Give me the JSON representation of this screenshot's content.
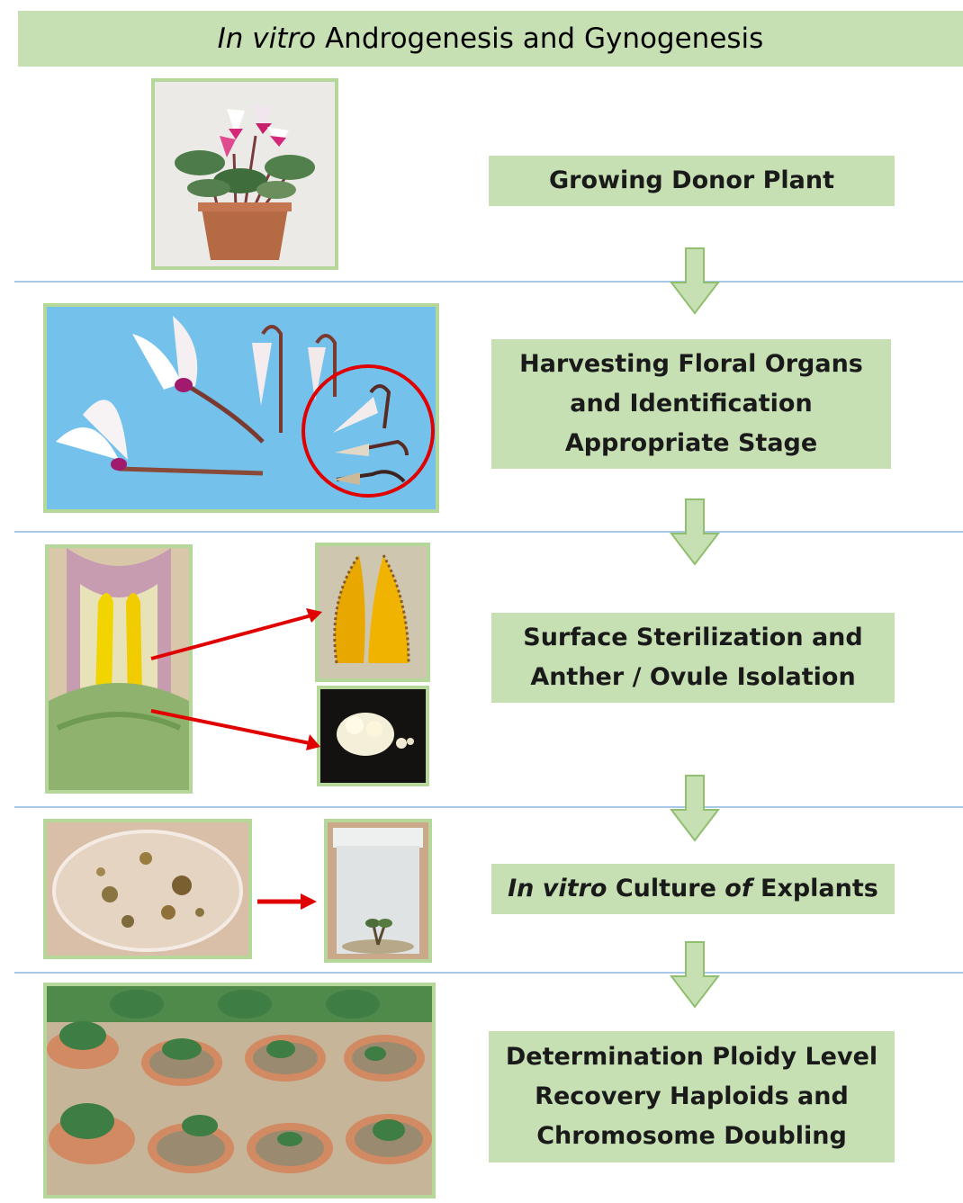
{
  "title": {
    "italic": "In vitro",
    "rest": " Androgenesis and Gynogenesis"
  },
  "steps": [
    {
      "line1": "Growing Donor Plant"
    },
    {
      "line1": "Harvesting Floral Organs",
      "line2": "and Identification",
      "line3": "Appropriate Stage"
    },
    {
      "line1": "Surface Sterilization and",
      "line2": "Anther / Ovule Isolation"
    },
    {
      "italic": "In vitro",
      "mid": " Culture ",
      "italic2": "of",
      "rest": " Explants"
    },
    {
      "line1": "Determination Ploidy Level",
      "line2": "Recovery Haploids and",
      "line3": "Chromosome Doubling"
    }
  ],
  "colors": {
    "box_fill": "#c6e0b4",
    "frame": "#b5d79a",
    "arrow_fill": "#c6e0b4",
    "arrow_stroke": "#8fbf6f",
    "divider": "#a8c8e8",
    "highlight_red": "#e00000"
  }
}
